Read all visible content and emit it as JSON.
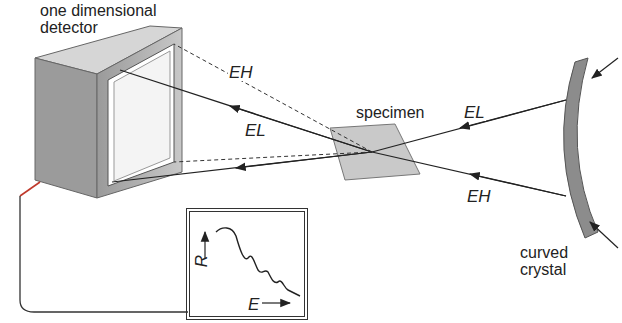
{
  "diagram": {
    "nodes": [
      {
        "text": [
          "R",
          "E"
        ]
      }
    ],
    "labels": [
      "one dimensional detector",
      "EH",
      "EL",
      "specimen",
      "EL",
      "EH",
      "curved crystal"
    ]
  }
}
